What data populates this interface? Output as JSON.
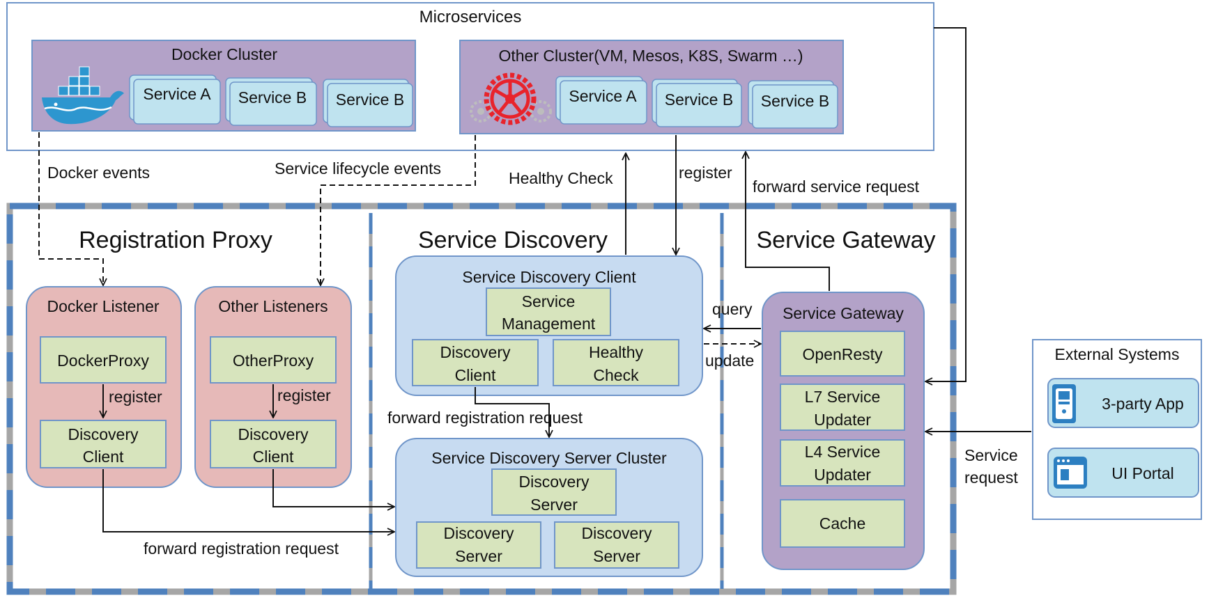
{
  "colors": {
    "purple": "#b3a2c8",
    "purple_stroke": "#6f95c9",
    "light_blue": "#bfe3ef",
    "blue_box": "#c7dbf1",
    "pink": "#e6b9b8",
    "green": "#d7e4bd",
    "dashed_blue": "#4f81bd",
    "dashed_gray": "#a6a6a6",
    "gear_red": "#e8232b",
    "docker_blue": "#2d96cf"
  },
  "microservices": {
    "title": "Microservices",
    "docker_cluster": {
      "title": "Docker Cluster",
      "services": [
        "Service A",
        "Service B",
        "Service B"
      ],
      "icon": "docker-whale-icon"
    },
    "other_cluster": {
      "title": "Other Cluster(VM, Mesos, K8S, Swarm …)",
      "services": [
        "Service A",
        "Service B",
        "Service B"
      ],
      "icon": "gear-cluster-icon"
    }
  },
  "edges": {
    "docker_events": "Docker events",
    "lifecycle_events": "Service lifecycle events",
    "healthy_check": "Healthy Check",
    "register_top": "register",
    "forward_service_request": "forward service request",
    "query": "query",
    "update": "update",
    "forward_registration_request_mid": "forward registration request",
    "forward_registration_request_bottom": "forward registration request",
    "service_request_line1": "Service",
    "service_request_line2": "request"
  },
  "registration_proxy": {
    "title": "Registration Proxy",
    "docker_listener": {
      "title": "Docker Listener",
      "proxy": "DockerProxy",
      "register": "register",
      "client_line1": "Discovery",
      "client_line2": "Client"
    },
    "other_listeners": {
      "title": "Other Listeners",
      "proxy": "OtherProxy",
      "register": "register",
      "client_line1": "Discovery",
      "client_line2": "Client"
    }
  },
  "service_discovery": {
    "title": "Service Discovery",
    "client": {
      "title": "Service Discovery Client",
      "management_line1": "Service",
      "management_line2": "Management",
      "discovery_line1": "Discovery",
      "discovery_line2": "Client",
      "healthy_line1": "Healthy",
      "healthy_line2": "Check"
    },
    "server_cluster": {
      "title": "Service Discovery Server Cluster",
      "server_line1": "Discovery",
      "server_line2": "Server"
    }
  },
  "service_gateway": {
    "title": "Service Gateway",
    "box_title": "Service Gateway",
    "openresty": "OpenResty",
    "l7_line1": "L7 Service",
    "l7_line2": "Updater",
    "l4_line1": "L4 Service",
    "l4_line2": "Updater",
    "cache": "Cache"
  },
  "external_systems": {
    "title": "External Systems",
    "third_party": "3-party App",
    "ui_portal": "UI Portal"
  }
}
